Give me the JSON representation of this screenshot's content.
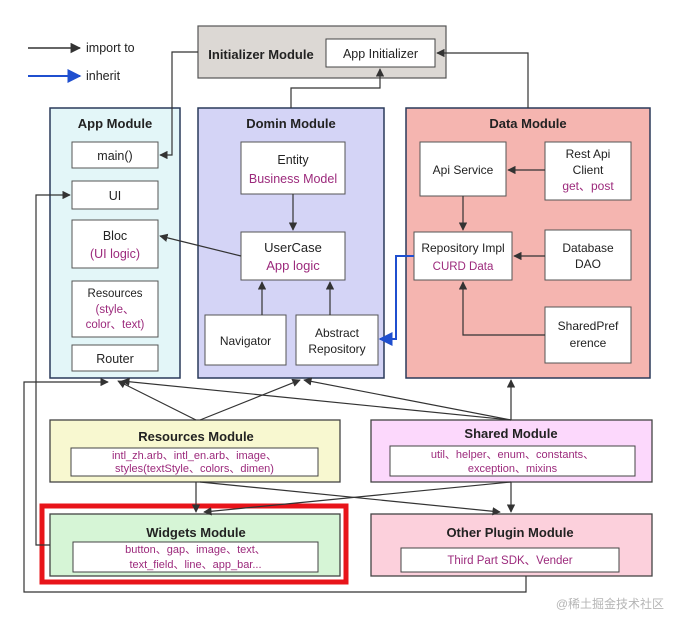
{
  "legend": {
    "import_to": "import to",
    "inherit": "inherit"
  },
  "colors": {
    "initializer_fill": "#dcd8d4",
    "app_fill": "#e3f6f8",
    "domain_fill": "#d4d4f6",
    "data_fill": "#f5b5b0",
    "resources_fill": "#f8f8d0",
    "shared_fill": "#fcd8fc",
    "widgets_fill": "#d6f5d6",
    "plugin_fill": "#fcd0dc",
    "highlight": "#e8141a",
    "inherit_arrow": "#1f4fcf",
    "accent_text": "#9c2a7c"
  },
  "initializer": {
    "title": "Initializer Module",
    "app_initializer": "App Initializer"
  },
  "app_module": {
    "title": "App Module",
    "main": "main()",
    "ui": "UI",
    "bloc": "Bloc",
    "bloc_sub": "(UI logic)",
    "resources": "Resources",
    "resources_sub1": "(style、",
    "resources_sub2": "color、text)",
    "router": "Router"
  },
  "domain_module": {
    "title": "Domin Module",
    "entity": "Entity",
    "entity_sub": "Business Model",
    "usercase": "UserCase",
    "usercase_sub": "App logic",
    "navigator": "Navigator",
    "abstract_repo_1": "Abstract",
    "abstract_repo_2": "Repository"
  },
  "data_module": {
    "title": "Data Module",
    "api_service": "Api Service",
    "rest_client_1": "Rest Api",
    "rest_client_2": "Client",
    "rest_client_sub": "get、post",
    "repository_impl": "Repository Impl",
    "repository_impl_sub": "CURD Data",
    "database_1": "Database",
    "database_2": "DAO",
    "shared_pref_1": "SharedPref",
    "shared_pref_2": "erence"
  },
  "resources_module": {
    "title": "Resources Module",
    "line1": "intl_zh.arb、intl_en.arb、image、",
    "line2": "styles(textStyle、colors、dimen)"
  },
  "shared_module": {
    "title": "Shared Module",
    "line1": "util、helper、enum、constants、",
    "line2": "exception、mixins"
  },
  "widgets_module": {
    "title": "Widgets Module",
    "line1": "button、gap、image、text、",
    "line2": "text_field、line、app_bar..."
  },
  "plugin_module": {
    "title": "Other Plugin Module",
    "line1": "Third Part SDK、Vender"
  },
  "watermark": "@稀土掘金技术社区"
}
